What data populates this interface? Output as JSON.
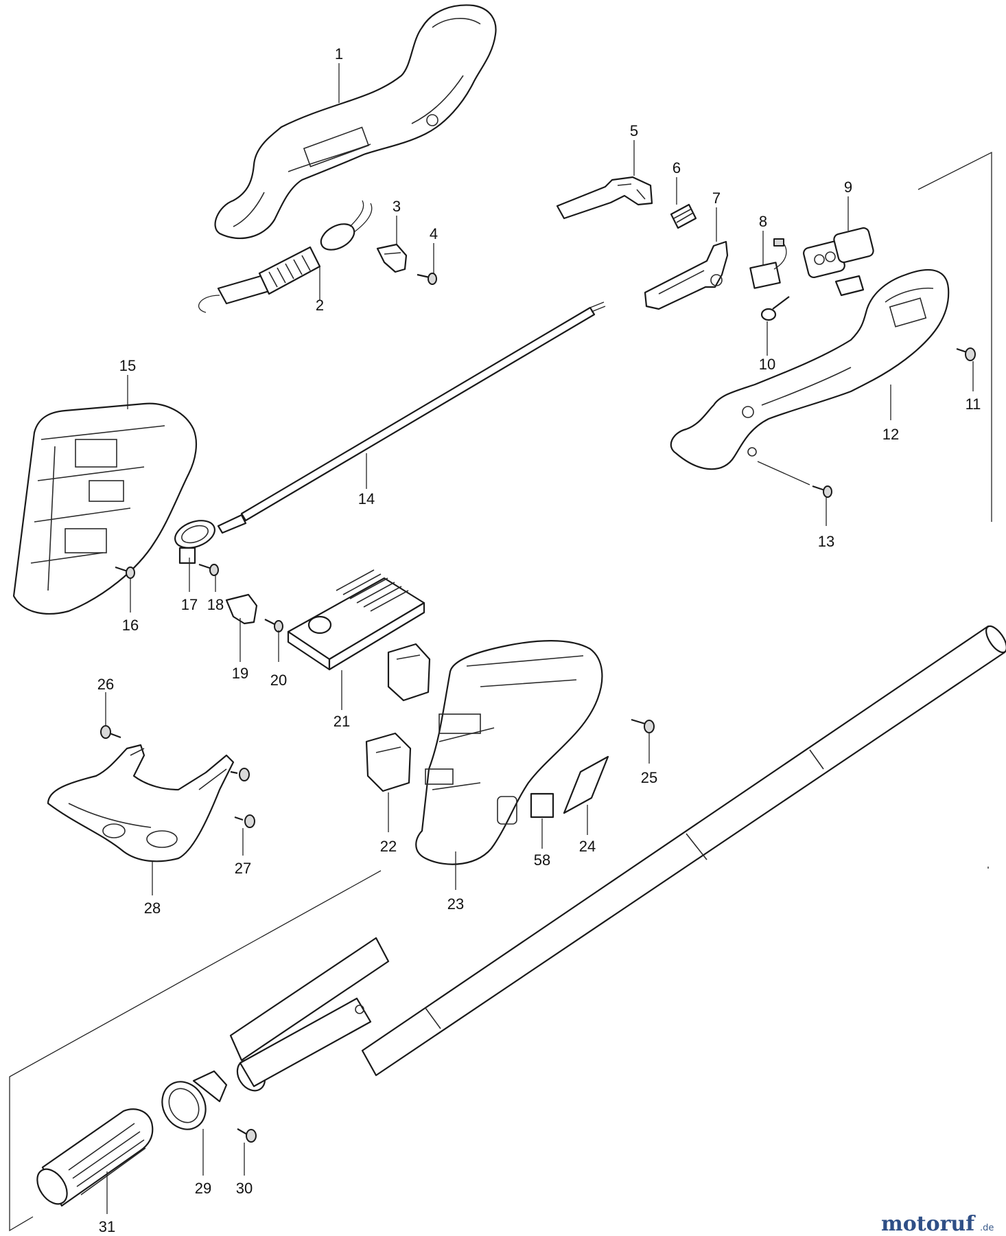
{
  "callouts": [
    "1",
    "2",
    "3",
    "4",
    "5",
    "6",
    "7",
    "8",
    "9",
    "10",
    "11",
    "12",
    "13",
    "14",
    "15",
    "16",
    "17",
    "18",
    "19",
    "20",
    "21",
    "22",
    "23",
    "24",
    "25",
    "26",
    "27",
    "28",
    "29",
    "30",
    "31",
    "58"
  ],
  "watermark": {
    "main": "motoruf",
    "suffix": ".de",
    "colors": {
      "moto": "#2f4f86",
      "ruf": "#c98a1a"
    }
  },
  "parts": {
    "1": "handle-housing-half",
    "2": "cable-with-strain-relief",
    "3": "cable-clamp-small",
    "4": "screw",
    "5": "trigger-lever",
    "6": "spring",
    "7": "lock-off-lever",
    "8": "switch-unit",
    "9": "button-cover",
    "10": "spring-small",
    "11": "screw",
    "12": "handle-housing-half",
    "13": "screw",
    "14": "cable",
    "15": "motor-housing-half",
    "16": "screw",
    "17": "pipe-clamp",
    "18": "screw",
    "19": "cable-holder",
    "20": "screw",
    "21": "controller-board",
    "22": "battery-terminal",
    "23": "battery-housing",
    "24": "label",
    "25": "screw",
    "26": "screw",
    "27": "screw",
    "28": "hanger-bracket",
    "29": "grip-clamp",
    "30": "screw",
    "31": "rubber-grip",
    "58": "label"
  }
}
